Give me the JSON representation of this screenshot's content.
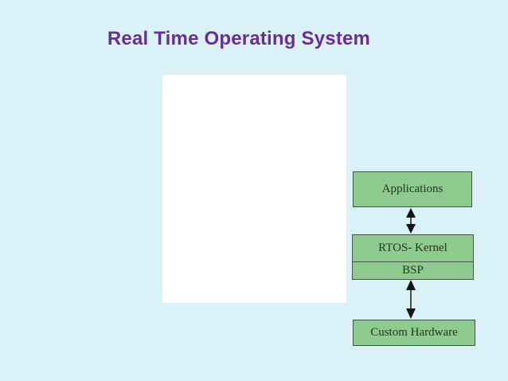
{
  "slide": {
    "title": "Real Time Operating System"
  },
  "colors": {
    "background": "#d9f1f7",
    "panel": "#ffffff",
    "title": "#6a2c9b",
    "box_fill": "#8fca8f",
    "box_border": "#445444",
    "box_text": "#1f351f",
    "arrow": "#151515",
    "arrow_shaft": "#4d4d4d"
  },
  "diagram": {
    "boxes": [
      {
        "id": "applications",
        "label": "Applications"
      },
      {
        "id": "rtos-kernel",
        "label": "RTOS- Kernel"
      },
      {
        "id": "bsp",
        "label": "BSP"
      },
      {
        "id": "custom-hardware",
        "label": "Custom Hardware"
      }
    ],
    "connectors": [
      {
        "from": "applications",
        "to": "rtos-kernel",
        "type": "double-arrow"
      },
      {
        "from": "bsp",
        "to": "custom-hardware",
        "type": "double-arrow"
      }
    ]
  }
}
